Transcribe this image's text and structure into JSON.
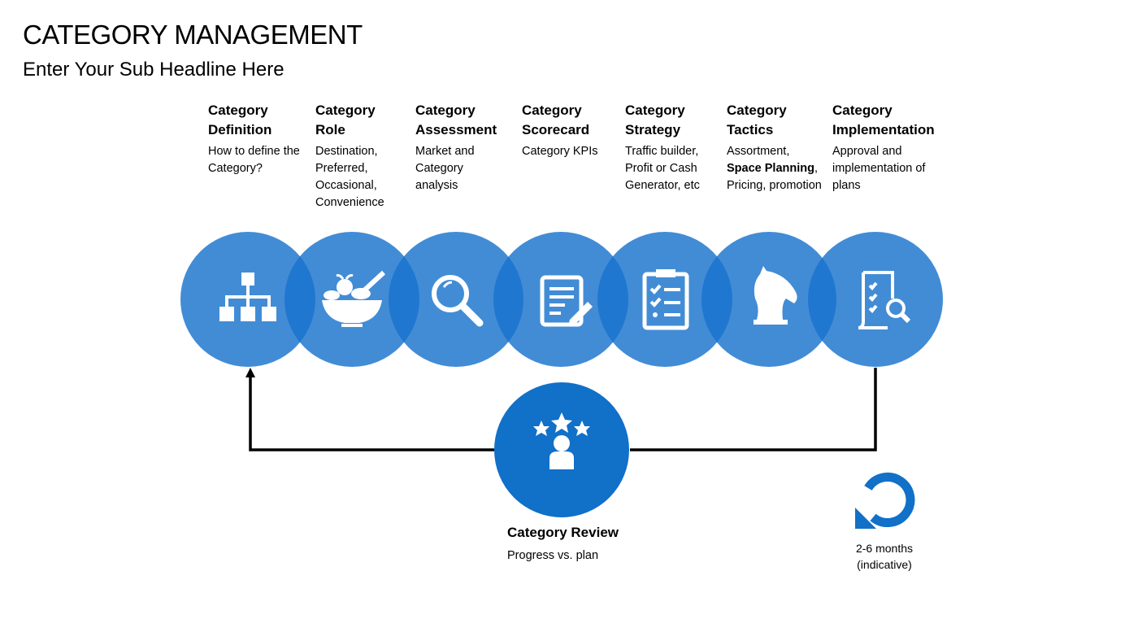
{
  "title": "CATEGORY MANAGEMENT",
  "subtitle": "Enter Your Sub Headline Here",
  "steps": [
    {
      "title": "Category Definition",
      "desc": "How to define the Category?",
      "icon": "hierarchy-icon"
    },
    {
      "title": "Category Role",
      "desc": "Destination, Preferred, Occasional, Convenience",
      "icon": "food-bowl-icon"
    },
    {
      "title": "Category Assessment",
      "desc": "Market and Category analysis",
      "icon": "magnifier-icon"
    },
    {
      "title": "Category Scorecard",
      "desc": "Category KPIs",
      "icon": "document-pen-icon"
    },
    {
      "title": "Category Strategy",
      "desc": "Traffic builder, Profit or Cash Generator, etc",
      "icon": "clipboard-checklist-icon"
    },
    {
      "title": "Category Tactics",
      "desc_pre": "Assortment,",
      "desc_bold": "Space Planning",
      "desc_post": ", Pricing, promotion",
      "icon": "chess-knight-icon"
    },
    {
      "title": "Category Implementation",
      "desc": "Approval and implementation of plans",
      "icon": "document-search-icon"
    }
  ],
  "review": {
    "title": "Category Review",
    "desc": "Progress vs. plan",
    "icon": "person-stars-icon"
  },
  "cycle": {
    "line1": "2-6 months",
    "line2": "(indicative)",
    "icon": "refresh-cycle-icon"
  },
  "colors": {
    "circle": "#3a87d0",
    "review": "#1170c8"
  }
}
